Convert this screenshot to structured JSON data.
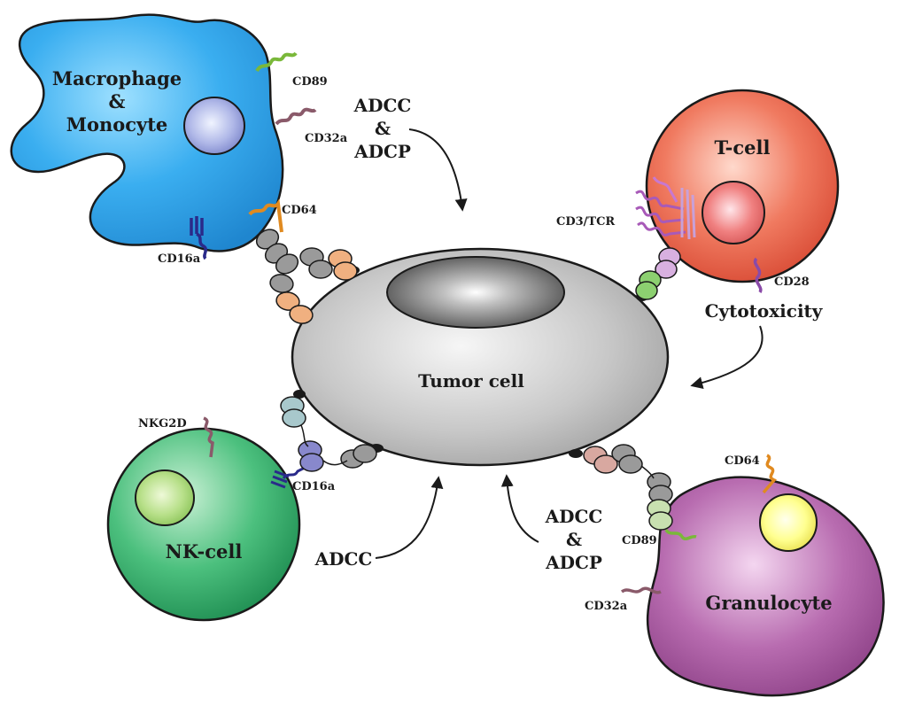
{
  "cells": {
    "macrophage": {
      "line1": "Macrophage",
      "line2": "&",
      "line3": "Monocyte"
    },
    "tcell": "T-cell",
    "tumor": "Tumor cell",
    "nkcell": "NK-cell",
    "granulocyte": "Granulocyte"
  },
  "receptors": {
    "macro_cd89": "CD89",
    "macro_cd32a": "CD32a",
    "macro_cd64": "CD64",
    "macro_cd16a": "CD16a",
    "tcell_cd3tcr": "CD3/TCR",
    "tcell_cd28": "CD28",
    "nk_nkg2d": "NKG2D",
    "nk_cd16a": "CD16a",
    "gran_cd64": "CD64",
    "gran_cd89": "CD89",
    "gran_cd32a": "CD32a"
  },
  "processes": {
    "macro_adcc": {
      "line1": "ADCC",
      "line2": "&",
      "line3": "ADCP"
    },
    "tcell": "Cytotoxicity",
    "nk": "ADCC",
    "gran": {
      "line1": "ADCC",
      "line2": "&",
      "line3": "ADCP"
    }
  },
  "colors": {
    "macrophage": "#2ea0e6",
    "tcell": "#e85a45",
    "tumor": "#b8b8b8",
    "nkcell": "#2fae6a",
    "granulocyte": "#a7569e",
    "cd89": "#7ab83a",
    "cd32a": "#8a5a6a",
    "cd64": "#e08a20",
    "cd16a": "#2a2a8a",
    "tcr": "#8a4aa8"
  }
}
